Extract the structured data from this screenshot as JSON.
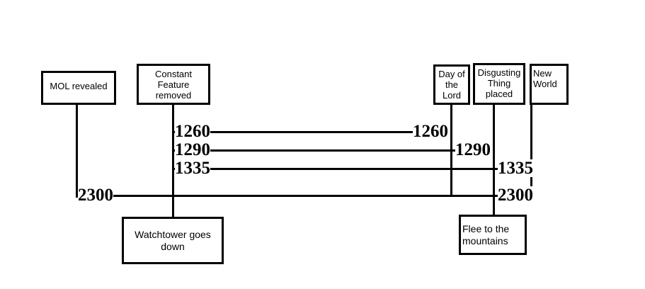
{
  "diagram": {
    "title": "Prophetic timeline diagram",
    "background_color": "#ffffff",
    "line_color": "#000000",
    "text_color": "#000000"
  },
  "top_nodes": [
    {
      "id": "mol-revealed",
      "label": "MOL revealed"
    },
    {
      "id": "constant-feature-removed",
      "label": "Constant Feature removed"
    },
    {
      "id": "day-of-the-lord",
      "label": "Day of the Lord"
    },
    {
      "id": "disgusting-thing-placed",
      "label": "Disgusting Thing placed"
    },
    {
      "id": "new-world",
      "label": "New World"
    }
  ],
  "bottom_nodes": [
    {
      "id": "watchtower-goes-down",
      "label": "Watchtower goes down"
    },
    {
      "id": "flee-to-the-mountains",
      "label": "Flee to the mountains"
    }
  ],
  "spans": [
    {
      "id": "span-1260",
      "start_label": "1260",
      "end_label": "1260",
      "from": "constant-feature-removed",
      "to": "day-of-the-lord"
    },
    {
      "id": "span-1290",
      "start_label": "1290",
      "end_label": "1290",
      "from": "constant-feature-removed",
      "to": "day-of-the-lord"
    },
    {
      "id": "span-1335",
      "start_label": "1335",
      "end_label": "1335",
      "from": "constant-feature-removed",
      "to": "disgusting-thing-placed"
    },
    {
      "id": "span-2300",
      "start_label": "2300",
      "end_label": "2300",
      "from": "mol-revealed",
      "to": "disgusting-thing-placed"
    }
  ]
}
